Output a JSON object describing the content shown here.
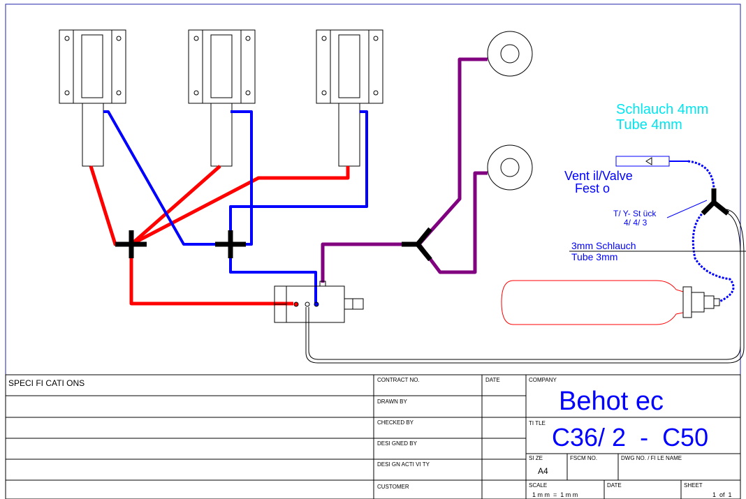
{
  "colors": {
    "outline": "#000000",
    "red_tube": "#ff0000",
    "blue_tube": "#0000ff",
    "purple_tube": "#800080",
    "cyan_label": "#00e5ee",
    "label_blue": "#0000ff",
    "bottle": "#ff0000",
    "title_text": "#0000ff"
  },
  "annotations": {
    "hose_4mm_de": "Schlauch 4mm",
    "hose_4mm_en": "Tube 4mm",
    "valve_line1": "Vent il/Valve",
    "valve_line2": "Fest o",
    "tee_line1": "T/ Y- St ück",
    "tee_line2": "4/ 4/ 3",
    "hose_3mm_line1": "3mm Schlauch",
    "hose_3mm_line2": "Tube 3mm"
  },
  "title_block": {
    "specifications": "SPECI FI CATI ONS",
    "contract_no": "CONTRACT NO.",
    "date": "DATE",
    "company_label": "COMPANY",
    "company": "Behot ec",
    "drawn_by": "DRAWN BY",
    "checked_by": "CHECKED BY",
    "title_label": "TI TLE",
    "title": "C36/ 2  -  C50",
    "designed_by": "DESI GNED BY",
    "size_label": "SI ZE",
    "size": "A4",
    "fscm_no": "FSCM NO.",
    "dwg_no": "DWG NO. / FI LE NAME",
    "design_activity": "DESI GN ACTI VI TY",
    "customer": "CUSTOMER",
    "scale_label": "SCALE",
    "scale": "1 m m  =  1 m m",
    "date2": "DATE",
    "sheet_label": "SHEET",
    "sheet": "1  of  1"
  }
}
